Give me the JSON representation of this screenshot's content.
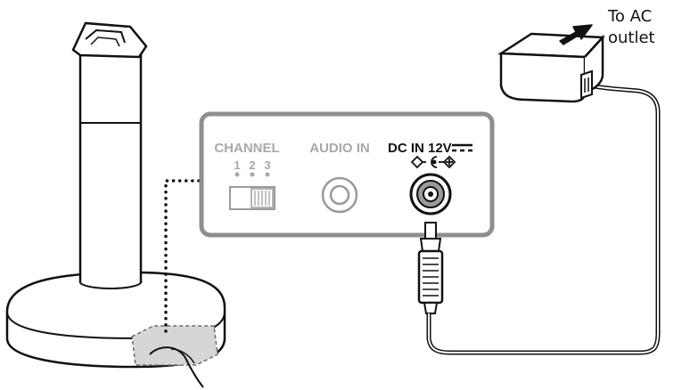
{
  "panel": {
    "channel_label": "CHANNEL",
    "channel_numbers": [
      "1",
      "2",
      "3"
    ],
    "audio_in_label": "AUDIO IN",
    "dc_in_label": "DC IN 12V"
  },
  "ac_label": {
    "line1": "To AC",
    "line2": "outlet"
  },
  "colors": {
    "panel_stroke": "#8f8f8f",
    "gray_text": "#a8a8a8",
    "highlight_fill": "#d6d6d6",
    "ink": "#111111"
  },
  "icons": [
    "stand-icon",
    "ac-adapter-icon",
    "dc-plug-icon",
    "channel-switch-icon",
    "audio-jack-icon",
    "dc-jack-icon",
    "polarity-symbol-icon",
    "arrow-icon"
  ]
}
